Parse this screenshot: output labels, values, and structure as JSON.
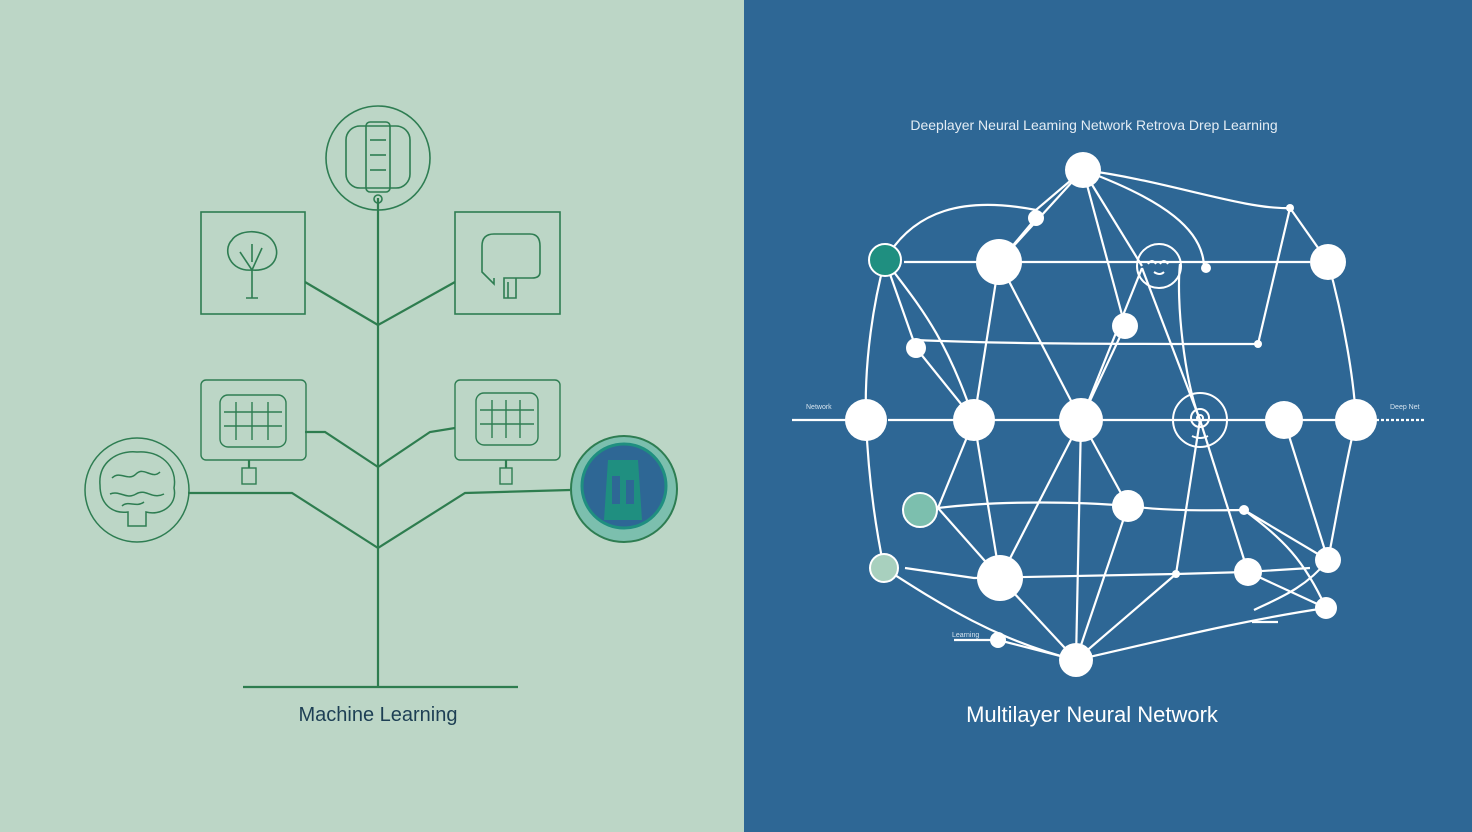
{
  "colors": {
    "left_background": "#bcd6c6",
    "right_background": "#2e6795",
    "tree_line": "#2e7d4f",
    "icon_stroke": "#2e7d52",
    "network_line": "#ffffff",
    "accent_teal": "#1f8f80",
    "accent_teal_light": "#7cbfae",
    "accent_mint": "#a8d0be"
  },
  "left": {
    "title": "Machine Learning",
    "icons": {
      "top": "document-scroll-icon",
      "upper_left": "tree-icon",
      "upper_right": "speech-bubble-icon",
      "middle_left": "keyboard-icon",
      "middle_right": "keyboard-icon",
      "lower_left": "brain-icon",
      "lower_right": "server-icon"
    }
  },
  "right": {
    "heading": "Deeplayer Neural Leaming Network Retrova Drep Learning",
    "title": "Multilayer Neural Network",
    "left_label": "Network",
    "right_label": "Deep Net",
    "bottom_label": "Learning",
    "icons": {
      "center_top": "face-icon",
      "center_middle": "eye-icon"
    }
  }
}
